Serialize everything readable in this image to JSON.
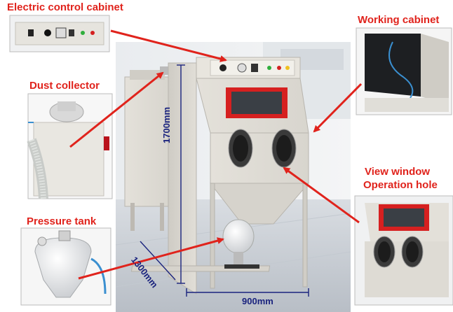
{
  "labels": {
    "electric_control_cabinet": "Electric control cabinet",
    "working_cabinet": "Working cabinet",
    "dust_collector": "Dust collector",
    "view_window": "View window",
    "operation_hole": "Operation hole",
    "pressure_tank": "Pressure tank"
  },
  "dimensions": {
    "height": "1700mm",
    "depth": "1300mm",
    "width": "900mm"
  },
  "colors": {
    "label_red": "#e0231c",
    "arrow_red": "#e0231c",
    "dimension_blue": "#1a237e",
    "cabinet_body": "#e6e3dc",
    "window_frame": "#d62020"
  }
}
